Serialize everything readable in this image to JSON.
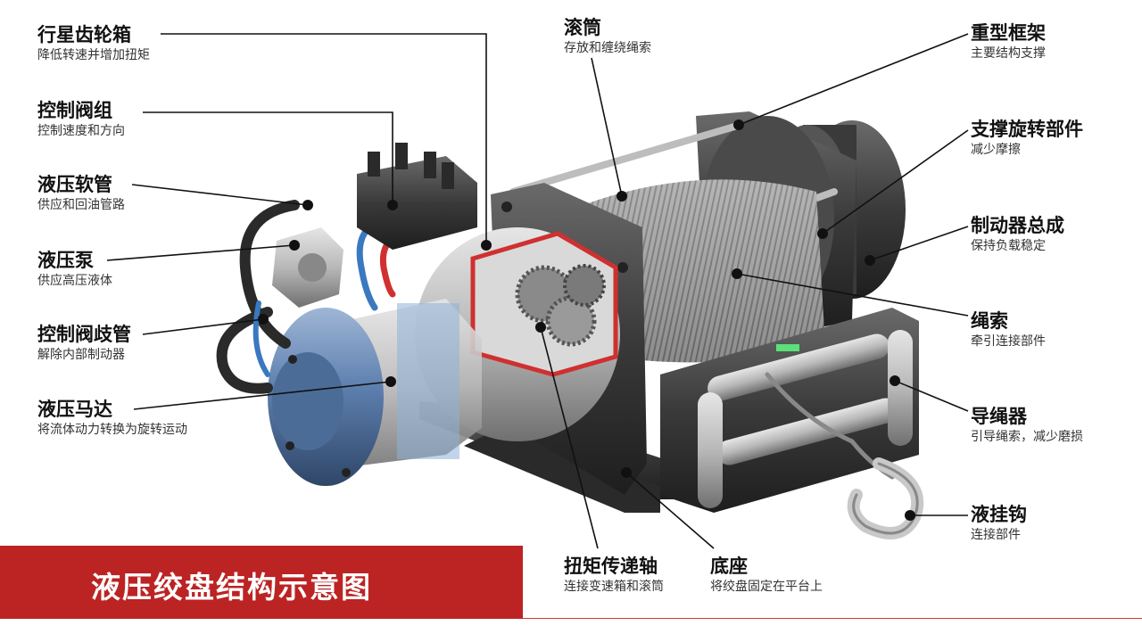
{
  "title": "液压绞盘结构示意图",
  "components": {
    "planetary_gearbox": {
      "title": "行星齿轮箱",
      "desc": "降低转速并增加扭矩"
    },
    "control_valve_group": {
      "title": "控制阀组",
      "desc": "控制速度和方向"
    },
    "hydraulic_hose": {
      "title": "液压软管",
      "desc": "供应和回油管路"
    },
    "hydraulic_pump": {
      "title": "液压泵",
      "desc": "供应高压液体"
    },
    "control_valve_manifold": {
      "title": "控制阀歧管",
      "desc": "解除内部制动器"
    },
    "hydraulic_motor": {
      "title": "液压马达",
      "desc": "将流体动力转换为旋转运动"
    },
    "drum": {
      "title": "滚筒",
      "desc": "存放和缠绕绳索"
    },
    "heavy_frame": {
      "title": "重型框架",
      "desc": "主要结构支撑"
    },
    "support_rotating": {
      "title": "支撑旋转部件",
      "desc": "减少摩擦"
    },
    "brake_assembly": {
      "title": "制动器总成",
      "desc": "保持负载稳定"
    },
    "rope": {
      "title": "绳索",
      "desc": "牵引连接部件"
    },
    "fairlead": {
      "title": "导绳器",
      "desc": "引导绳索，减少磨损"
    },
    "hook": {
      "title": "液挂钩",
      "desc": "连接部件"
    },
    "torque_shaft": {
      "title": "扭矩传递轴",
      "desc": "连接变速箱和滚筒"
    },
    "base": {
      "title": "底座",
      "desc": "将绞盘固定在平台上"
    }
  },
  "colors": {
    "title_bar": "#bc2323",
    "title_text": "#ffffff",
    "leader_line": "#111111",
    "motor_blue": "#5d7fae",
    "cutaway_red": "#d03030",
    "frame_dark": "#3a3a3a",
    "cable_gray": "#8a8a8a"
  }
}
